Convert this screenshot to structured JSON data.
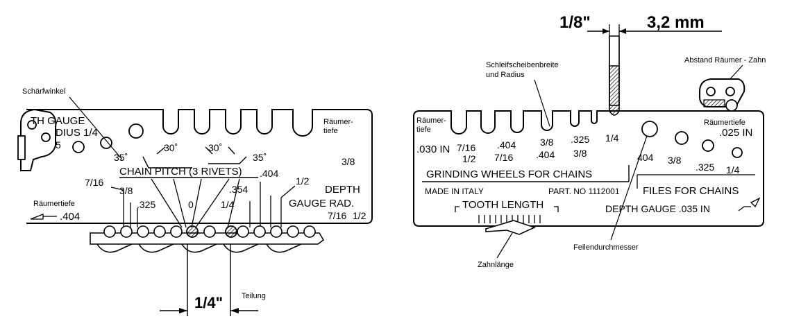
{
  "left_gauge": {
    "callouts": {
      "sharpening_angle": "Schärfwinkel",
      "raker_depth": "Räumertiefe",
      "raker_depth_top": "Räumer-",
      "raker_depth_top2": "tiefe",
      "pitch": "Teilung"
    },
    "plate": {
      "depth_gauge_line1": "TH GAUGE",
      "depth_gauge_line2": "DIUS 1/4",
      "stub5": "5",
      "angle_35_left": "35˚",
      "angle_30_left": "30˚",
      "angle_30_right": "30˚",
      "angle_35_right": "35˚",
      "size_38_right": "3/8",
      "chain_pitch_label": "CHAIN PITCH (3 RIVETS)",
      "pitch_716": "7/16",
      "pitch_38": "3/8",
      "pitch_325": ".325",
      "pitch_0": "0",
      "pitch_14": "1/4",
      "pitch_354": ".354",
      "pitch_404": ".404",
      "pitch_12": "1/2",
      "depth_label1": "DEPTH",
      "depth_label2": "GAUGE RAD.",
      "depth_716": "7/16",
      "depth_12": "1/2",
      "raker_value": ".404"
    },
    "pitch_dimension": "1/4\""
  },
  "right_gauge": {
    "callouts": {
      "wheel_width_line1": "Schleifscheibenbreite",
      "wheel_width_line2": "und Radius",
      "raker_tooth_distance": "Abstand Räumer - Zahn",
      "raker_depth_left1": "Räumer-",
      "raker_depth_left2": "tiefe",
      "raker_depth_right": "Räumertiefe",
      "file_diameter": "Feilendurchmesser",
      "tooth_length": "Zahnlänge"
    },
    "top_dims": {
      "inch": "1/8\"",
      "mm": "3,2 mm"
    },
    "plate": {
      "val_030": ".030 IN",
      "w_716": "7/16",
      "w_12": "1/2",
      "w_404a": ".404",
      "w_716b": "7/16",
      "w_38": "3/8",
      "w_404b": ".404",
      "w_325": ".325",
      "w_38b": "3/8",
      "w_14": "1/4",
      "grinding_label": "GRINDING WHEELS FOR CHAINS",
      "made_in": "MADE IN ITALY",
      "part_no": "PART. NO  1112001",
      "tooth_length": "TOOTH LENGTH",
      "f_404": "404",
      "f_38": "3/8",
      "f_325": ".325",
      "f_025": ".025 IN",
      "f_14": "1/4",
      "files_label": "FILES FOR CHAINS",
      "depth_gauge": "DEPTH GAUGE .035 IN"
    }
  }
}
